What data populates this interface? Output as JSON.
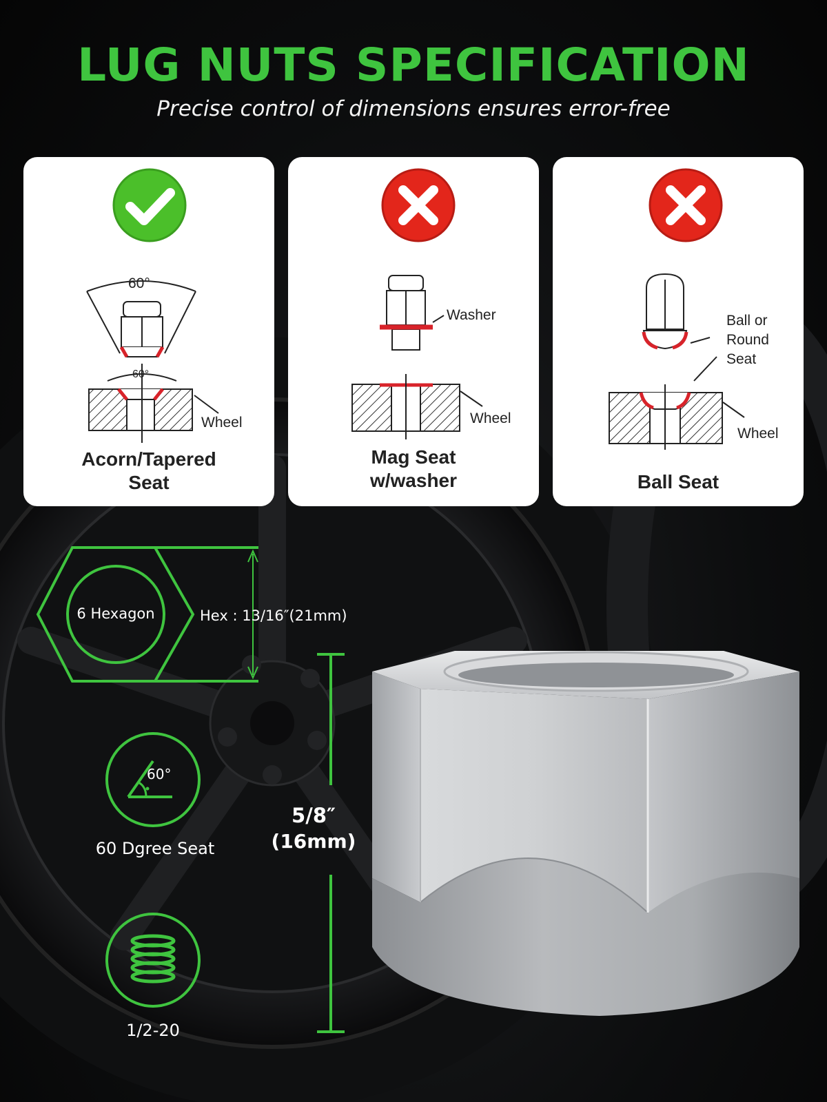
{
  "header": {
    "title": "LUG NUTS SPECIFICATION",
    "subtitle": "Precise control of dimensions ensures error-free"
  },
  "cards": [
    {
      "status": "correct",
      "status_icon": "check-icon",
      "label_line1": "Acorn/Tapered",
      "label_line2": "Seat",
      "angle_top": "60°",
      "angle_bottom": "60°",
      "wheel_label": "Wheel"
    },
    {
      "status": "wrong",
      "status_icon": "x-icon",
      "label_line1": "Mag Seat",
      "label_line2": "w/washer",
      "washer_label": "Washer",
      "wheel_label": "Wheel"
    },
    {
      "status": "wrong",
      "status_icon": "x-icon",
      "label_line1": "Ball Seat",
      "seat_label_line1": "Ball or",
      "seat_label_line2": "Round",
      "seat_label_line3": "Seat",
      "wheel_label": "Wheel"
    }
  ],
  "specs": {
    "hexagon_label": "6 Hexagon",
    "hex_size": "Hex : 13/16″(21mm)",
    "seat_angle": "60°",
    "seat_label": "60 Dgree Seat",
    "thread_label": "1/2-20",
    "height_line1": "5/8″",
    "height_line2": "(16mm)"
  },
  "colors": {
    "accent_green": "#3fc43f",
    "check_green": "#4bbf2a",
    "error_red": "#e3261b",
    "seat_red": "#d8232a"
  }
}
